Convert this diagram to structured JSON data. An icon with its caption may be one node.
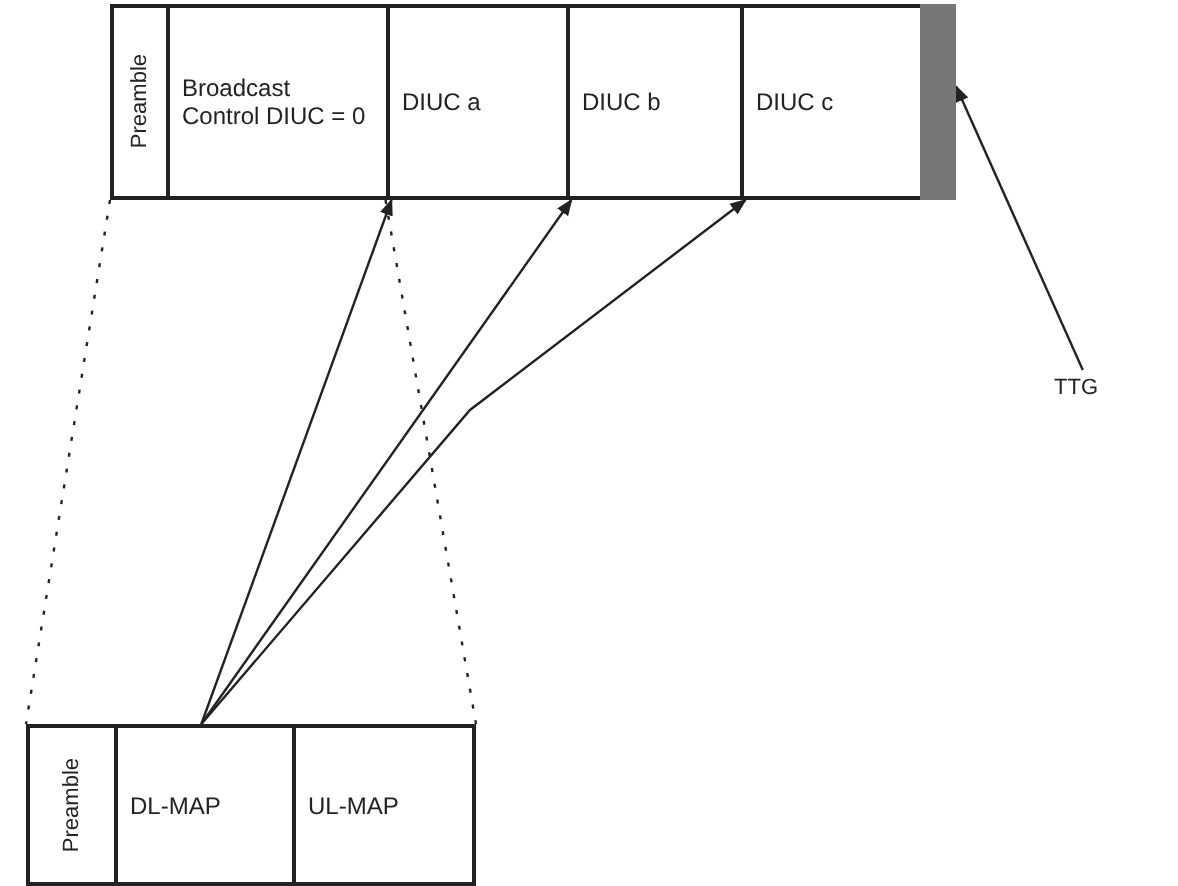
{
  "diagram": {
    "nodes": [
      {
        "text": [
          "Preamble"
        ]
      },
      {
        "text": [
          "Broadcast Control DIUC = 0"
        ]
      },
      {
        "text": [
          "DIUC a"
        ]
      },
      {
        "text": [
          "DIUC b"
        ]
      },
      {
        "text": [
          "DIUC c"
        ]
      },
      {
        "text": [],
        "shape": "bar"
      },
      {
        "text": [
          "TTG"
        ]
      },
      {
        "text": [
          "Preamble"
        ]
      },
      {
        "text": [
          "DL-MAP"
        ]
      },
      {
        "text": [
          "UL-MAP"
        ]
      }
    ],
    "edges": [
      {
        "from": 8,
        "to": 2,
        "arrow": "to"
      },
      {
        "from": 8,
        "to": 3,
        "arrow": "to"
      },
      {
        "from": 8,
        "to": 4,
        "arrow": "to"
      },
      {
        "from": 6,
        "to": 5,
        "arrow": "to"
      },
      {
        "from": 0,
        "to": 7,
        "arrow": "none",
        "style": "dashed"
      },
      {
        "from": 1,
        "to": 9,
        "arrow": "none",
        "style": "dashed"
      }
    ]
  }
}
